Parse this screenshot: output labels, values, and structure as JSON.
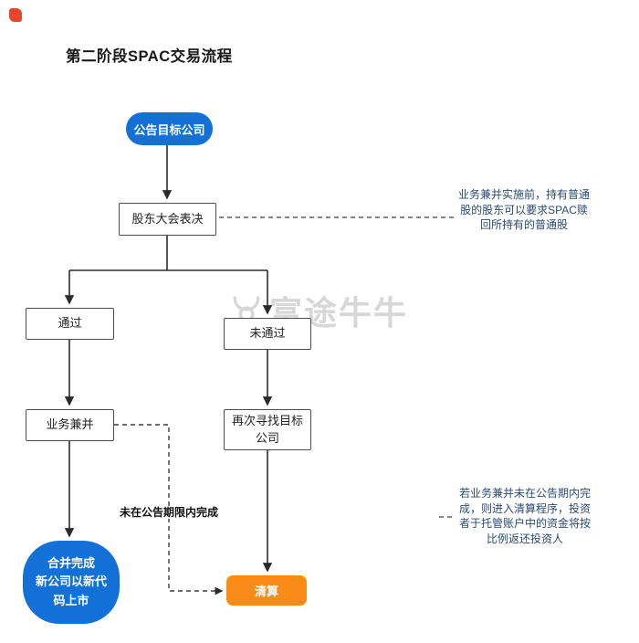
{
  "page": {
    "title": "第二阶段SPAC交易流程"
  },
  "watermark": {
    "text": "富途牛牛",
    "logo_icon": "bull-head-icon"
  },
  "nodes": {
    "announce": {
      "label": "公告目标公司"
    },
    "vote": {
      "label": "股东大会表决"
    },
    "pass": {
      "label": "通过"
    },
    "fail": {
      "label": "未通过"
    },
    "merge": {
      "label": "业务兼并"
    },
    "retry": {
      "label": "再次寻找目标公司"
    },
    "listed": {
      "lines": [
        "合并完成",
        "新公司以新代",
        "码上市"
      ]
    },
    "liquidation": {
      "label": "清算"
    }
  },
  "edge_labels": {
    "overdue": "未在公告期限内完成"
  },
  "annotations": {
    "redeem": "业务兼并实施前，持有普通股的股东可以要求SPAC赎回所持有的普通股",
    "liquidation_note": "若业务兼并未在公告期内完成，则进入清算程序，投资者于托管账户中的资金将按比例返还投资人"
  },
  "colors": {
    "node_blue": "#1270d6",
    "liquidation_orange": "#fb8b17",
    "annotation_text": "#2b4a73",
    "corner_mark_red": "#e8472b",
    "watermark_gray": "#d7d7d7"
  }
}
